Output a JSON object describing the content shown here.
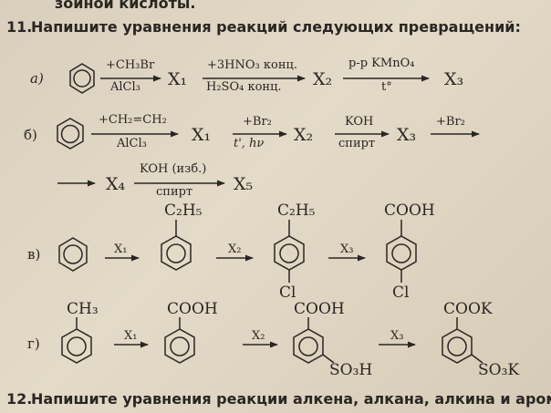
{
  "page": {
    "top_fragment": "зойной кислоты.",
    "task11": {
      "number": "11.",
      "title": "Напишите уравнения реакций следующих превращений:"
    },
    "task12": {
      "number": "12.",
      "text": "Напишите уравнения реакции алкена, алкана, алкина и аром"
    },
    "rows": {
      "a": {
        "label": "a)",
        "step1_top": "+CH₃Br",
        "step1_bottom": "AlCl₃",
        "x1": "X₁",
        "step2_top": "+3HNO₃ конц.",
        "step2_bottom": "H₂SO₄ конц.",
        "x2": "X₂",
        "step3_top": "р-р KMnO₄",
        "step3_bottom": "t°",
        "x3": "X₃"
      },
      "b": {
        "label": "б)",
        "step1_top": "+CH₂=CH₂",
        "step1_bottom": "AlCl₃",
        "x1": "X₁",
        "step2_top": "+Br₂",
        "step2_bottom": "t', hν",
        "x2": "X₂",
        "step3_top": "KOH",
        "step3_bottom": "спирт",
        "x3": "X₃",
        "step4_top": "+Br₂",
        "x4": "X₄",
        "step5_top": "KOH (изб.)",
        "step5_bottom": "спирт",
        "x5": "X₅"
      },
      "v": {
        "label": "в)",
        "arrow1": "X₁",
        "arrow2": "X₂",
        "arrow3": "X₃",
        "sub1": "C₂H₅",
        "sub2_top": "C₂H₅",
        "sub2_bottom": "Cl",
        "sub3_top": "COOH",
        "sub3_bottom": "Cl"
      },
      "g": {
        "label": "г)",
        "arrow1": "X₁",
        "arrow2": "X₂",
        "arrow3": "X₃",
        "sub0": "CH₃",
        "sub1": "COOH",
        "sub2_top": "COOH",
        "sub2_side": "SO₃H",
        "sub3_top": "COOK",
        "sub3_side": "SO₃K"
      }
    }
  }
}
